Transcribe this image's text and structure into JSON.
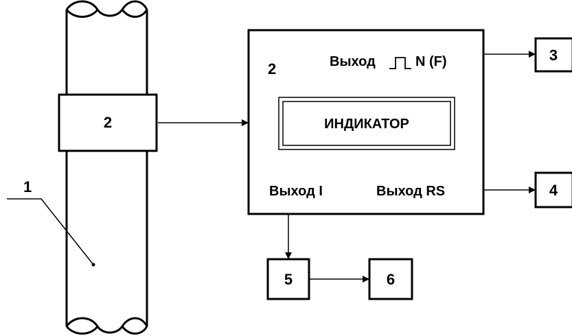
{
  "diagram": {
    "pipe": {
      "label": "1"
    },
    "sensor": {
      "label": "2"
    },
    "converter": {
      "label": "2",
      "output_pulse_label": "Выход",
      "output_pulse_suffix": "N (F)",
      "indicator_label": "ИНДИКАТОР",
      "output_current_label": "Выход I",
      "output_rs_label": "Выход RS"
    },
    "blocks": {
      "block3": "3",
      "block4": "4",
      "block5": "5",
      "block6": "6"
    }
  }
}
